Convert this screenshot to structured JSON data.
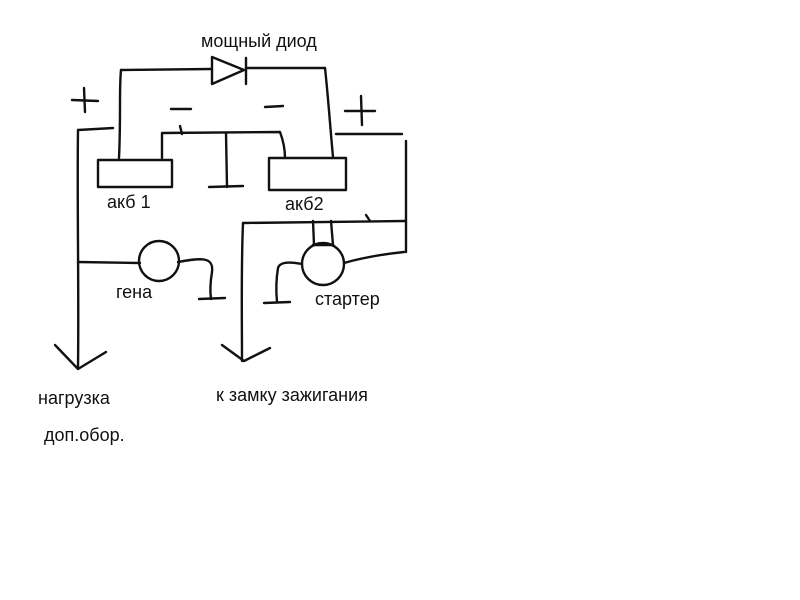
{
  "diagram": {
    "labels": {
      "diode": "мощный диод",
      "battery1": "акб 1",
      "battery2": "акб2",
      "generator": "гена",
      "starter": "стартер",
      "load_line1": "нагрузка",
      "load_line2": "доп.обор.",
      "ignition": "к замку зажигания"
    }
  }
}
